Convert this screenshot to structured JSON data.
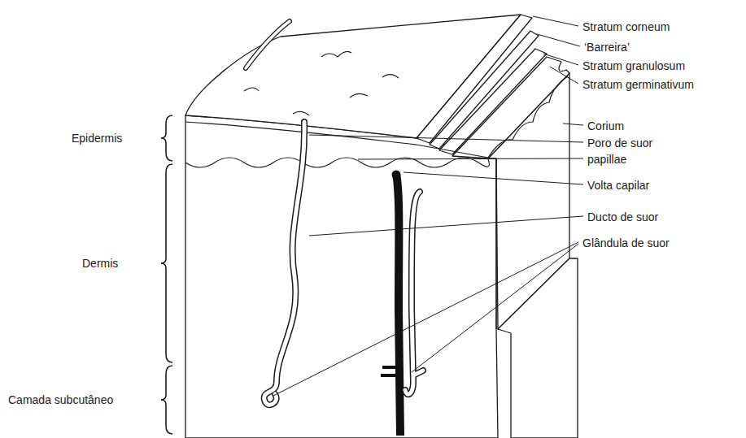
{
  "diagram": {
    "labels": [
      "Stratum corneum",
      "‘Barreira’",
      "Stratum granulosum",
      "Stratum germinativum",
      "Corium",
      "Poro de suor",
      "papillae",
      "Volta capilar",
      "Ducto de suor",
      "Glândula de suor",
      "Epidermis",
      "Dermis",
      "Camada subcutâneo"
    ]
  }
}
